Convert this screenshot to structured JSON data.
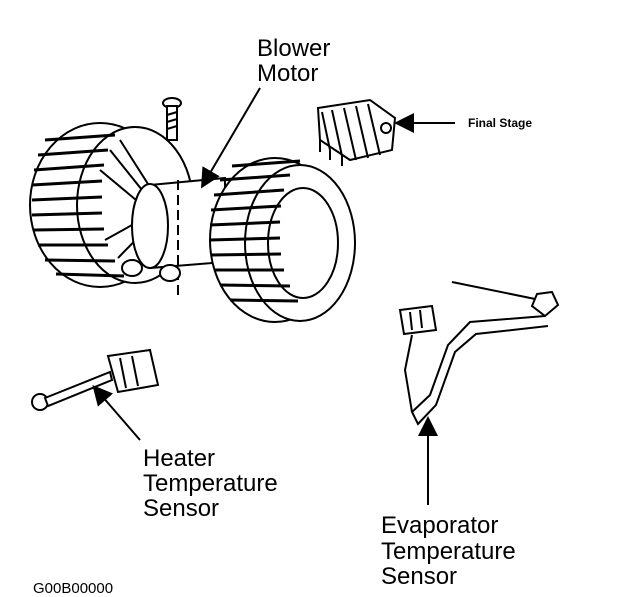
{
  "labels": {
    "blower_motor": [
      "Blower",
      "Motor"
    ],
    "final_stage": "Final Stage",
    "heater_sensor": [
      "Heater",
      "Temperature",
      "Sensor"
    ],
    "evaporator_sensor": [
      "Evaporator",
      "Temperature",
      "Sensor"
    ],
    "figure_code": "G00B00000"
  },
  "colors": {
    "line": "#000000",
    "background": "#ffffff"
  }
}
